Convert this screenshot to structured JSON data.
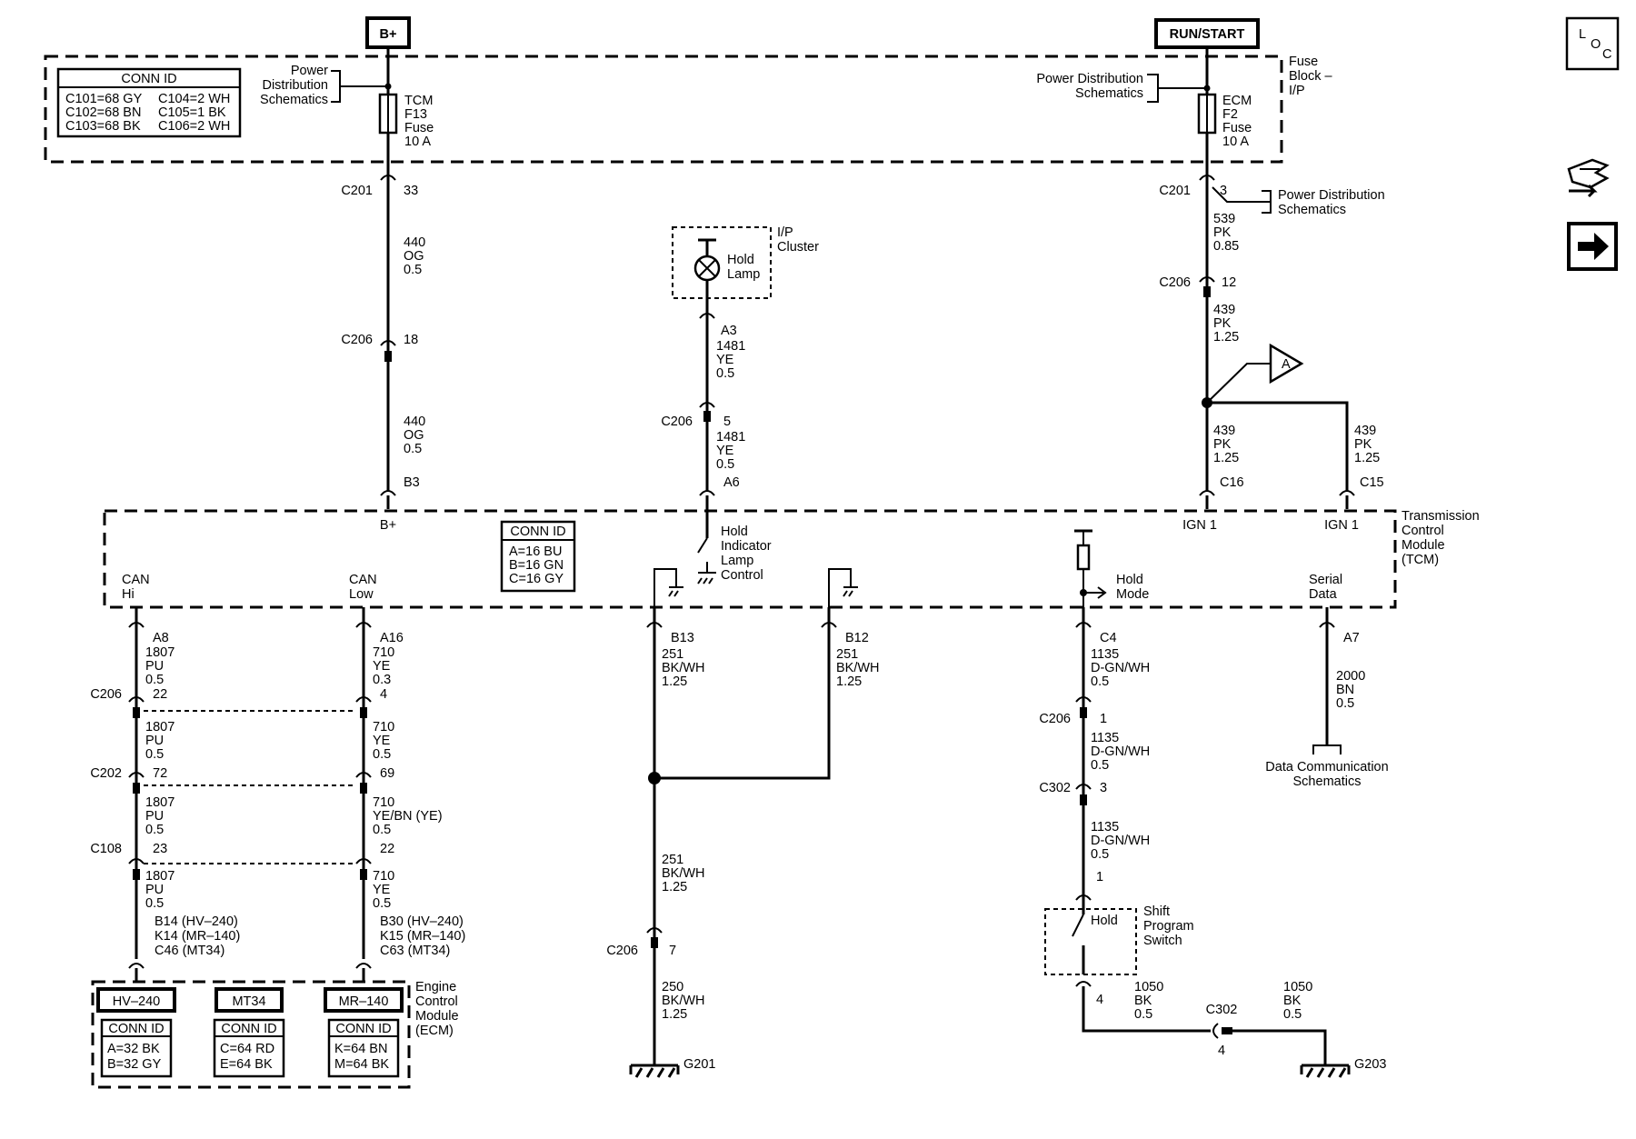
{
  "sources": {
    "battery": "B+",
    "run_start": "RUN/START"
  },
  "fuse_block": {
    "label": [
      "Fuse",
      "Block –",
      "I/P"
    ],
    "conn_id_title": "CONN ID",
    "conn_ids": [
      "C101=68 GY",
      "C104=2 WH",
      "C102=68 BN",
      "C105=1 BK",
      "C103=68 BK",
      "C106=2 WH"
    ],
    "pd_left": [
      "Power",
      "Distribution",
      "Schematics"
    ],
    "pd_right": [
      "Power Distribution",
      "Schematics"
    ],
    "tcm_fuse": [
      "TCM",
      "F13",
      "Fuse",
      "10 A"
    ],
    "ecm_fuse": [
      "ECM",
      "F2",
      "Fuse",
      "10 A"
    ]
  },
  "nav_icons": {
    "loc": [
      "L",
      "O",
      "C"
    ]
  },
  "wire_b_plus": {
    "c201": "C201",
    "c201_pin": "33",
    "w1": [
      "440",
      "OG",
      "0.5"
    ],
    "c206": "C206",
    "c206_pin": "18",
    "w2": [
      "440",
      "OG",
      "0.5"
    ],
    "tcm_pin": "B3"
  },
  "wire_ign": {
    "c201": "C201",
    "c201_pin": "3",
    "pd": [
      "Power Distribution",
      "Schematics"
    ],
    "w1": [
      "539",
      "PK",
      "0.85"
    ],
    "c206": "C206",
    "c206_pin": "12",
    "w2": [
      "439",
      "PK",
      "1.25"
    ],
    "ref": "A",
    "w3": [
      "439",
      "PK",
      "1.25"
    ],
    "w4": [
      "439",
      "PK",
      "1.25"
    ],
    "pin1": "C16",
    "pin2": "C15"
  },
  "cluster": {
    "label": [
      "I/P",
      "Cluster"
    ],
    "lamp": [
      "Hold",
      "Lamp"
    ],
    "pin_a3": "A3",
    "w1": [
      "1481",
      "YE",
      "0.5"
    ],
    "c206": "C206",
    "c206_pin": "5",
    "w2": [
      "1481",
      "YE",
      "0.5"
    ],
    "pin_a6": "A6"
  },
  "tcm": {
    "label": [
      "Transmission",
      "Control",
      "Module",
      "(TCM)"
    ],
    "b_plus": "B+",
    "ign1_a": "IGN 1",
    "ign1_b": "IGN 1",
    "conn_id_title": "CONN ID",
    "conn_ids": [
      "A=16 BU",
      "B=16 GN",
      "C=16 GY"
    ],
    "hold_ctrl": [
      "Hold",
      "Indicator",
      "Lamp",
      "Control"
    ],
    "can_hi": [
      "CAN",
      "Hi"
    ],
    "can_low": [
      "CAN",
      "Low"
    ],
    "hold_mode": [
      "Hold",
      "Mode"
    ],
    "serial": [
      "Serial",
      "Data"
    ]
  },
  "can_hi": {
    "pin": "A8",
    "w1": [
      "1807",
      "PU",
      "0.5"
    ],
    "c206": "C206",
    "c206_pin": "22",
    "w2": [
      "1807",
      "PU",
      "0.5"
    ],
    "c202": "C202",
    "c202_pin": "72",
    "w3": [
      "1807",
      "PU",
      "0.5"
    ],
    "c108": "C108",
    "c108_pin": "23",
    "w4": [
      "1807",
      "PU",
      "0.5"
    ],
    "ecm_pins": [
      "B14 (HV–240)",
      "K14 (MR–140)",
      "C46 (MT34)"
    ]
  },
  "can_low": {
    "pin": "A16",
    "w1": [
      "710",
      "YE",
      "0.3"
    ],
    "c206_pin": "4",
    "w2": [
      "710",
      "YE",
      "0.5"
    ],
    "c202_pin": "69",
    "w3": [
      "710",
      "YE/BN (YE)",
      "0.5"
    ],
    "c108_pin": "22",
    "w4": [
      "710",
      "YE",
      "0.5"
    ],
    "ecm_pins": [
      "B30 (HV–240)",
      "K15 (MR–140)",
      "C63 (MT34)"
    ]
  },
  "ground_b": {
    "b13": "B13",
    "b12": "B12",
    "w_b13": [
      "251",
      "BK/WH",
      "1.25"
    ],
    "w_b12": [
      "251",
      "BK/WH",
      "1.25"
    ],
    "w_splice": [
      "251",
      "BK/WH",
      "1.25"
    ],
    "c206": "C206",
    "c206_pin": "7",
    "w_end": [
      "250",
      "BK/WH",
      "1.25"
    ],
    "ground": "G201"
  },
  "hold_switch": {
    "pin": "C4",
    "w1": [
      "1135",
      "D-GN/WH",
      "0.5"
    ],
    "c206": "C206",
    "c206_pin": "1",
    "w2": [
      "1135",
      "D-GN/WH",
      "0.5"
    ],
    "c302": "C302",
    "c302_pin": "3",
    "w3": [
      "1135",
      "D-GN/WH",
      "0.5"
    ],
    "sw_pin_top": "1",
    "switch_label": "Hold",
    "switch_name": [
      "Shift",
      "Program",
      "Switch"
    ],
    "sw_pin_bot": "4",
    "w4": [
      "1050",
      "BK",
      "0.5"
    ],
    "c302_b": "C302",
    "c302_b_pin": "4",
    "w5": [
      "1050",
      "BK",
      "0.5"
    ],
    "ground": "G203"
  },
  "serial_data": {
    "pin": "A7",
    "w1": [
      "2000",
      "BN",
      "0.5"
    ],
    "dest": [
      "Data Communication",
      "Schematics"
    ]
  },
  "ecm": {
    "label": [
      "Engine",
      "Control",
      "Module",
      "(ECM)"
    ],
    "hv": "HV–240",
    "mt": "MT34",
    "mr": "MR–140",
    "conn_id_title": "CONN ID",
    "hv_ids": [
      "A=32 BK",
      "B=32 GY"
    ],
    "mt_ids": [
      "C=64 RD",
      "E=64 BK"
    ],
    "mr_ids": [
      "K=64 BN",
      "M=64 BK"
    ]
  }
}
